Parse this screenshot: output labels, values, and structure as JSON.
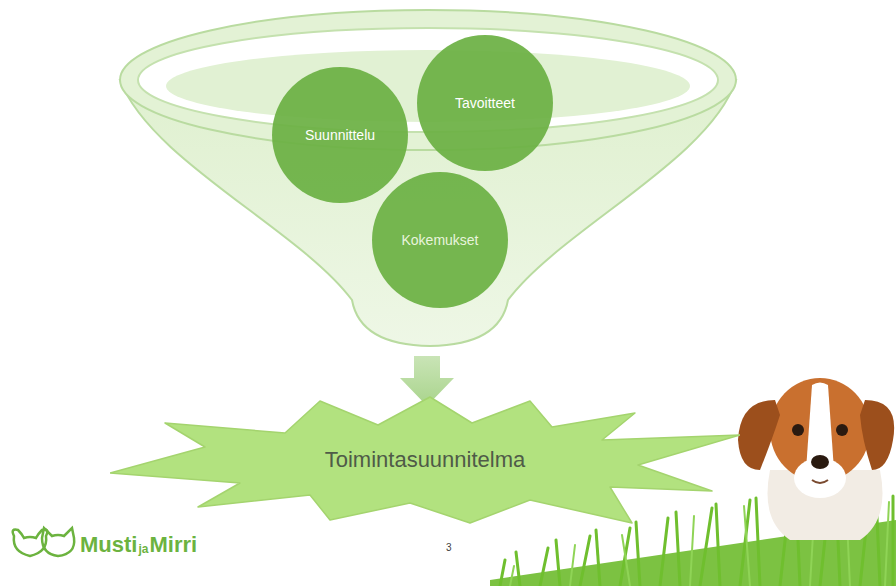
{
  "diagram": {
    "nodes": [
      {
        "text": [
          "Suunnittelu"
        ]
      },
      {
        "text": [
          "Tavoitteet"
        ]
      },
      {
        "text": [
          "Kokemukset"
        ]
      },
      {
        "text": [
          "Toimintasuunnitelma"
        ]
      }
    ],
    "labels": [
      "Musti",
      "ja",
      "Mirri",
      "3"
    ]
  }
}
